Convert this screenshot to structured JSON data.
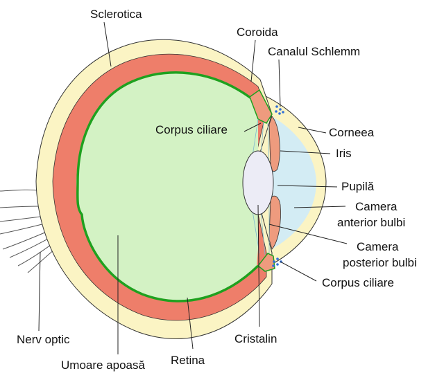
{
  "labels": {
    "sclerotica": "Sclerotica",
    "coroida": "Coroida",
    "canalul_schlemm": "Canalul Schlemm",
    "corpus_ciliare_top": "Corpus ciliare",
    "corneea": "Corneea",
    "iris": "Iris",
    "pupila": "Pupilă",
    "camera_anterior_line1": "Camera",
    "camera_anterior_line2": "anterior bulbi",
    "camera_posterior_line1": "Camera",
    "camera_posterior_line2": "posterior bulbi",
    "corpus_ciliare_bottom": "Corpus ciliare",
    "nerv_optic": "Nerv optic",
    "cristalin": "Cristalin",
    "retina": "Retina",
    "umoare_apoasa": "Umoare apoasă"
  },
  "colors": {
    "sclera": "#fbf4c4",
    "choroid": "#ee7e6a",
    "retina": "#1fa11f",
    "vitreous": "#d3f2c4",
    "cornea": "#fbf4c4",
    "anterior_chamber": "#d3ecf4",
    "iris": "#ee9b7e",
    "lens": "#ececf6",
    "schlemm_dots": "#2f6fd8"
  }
}
